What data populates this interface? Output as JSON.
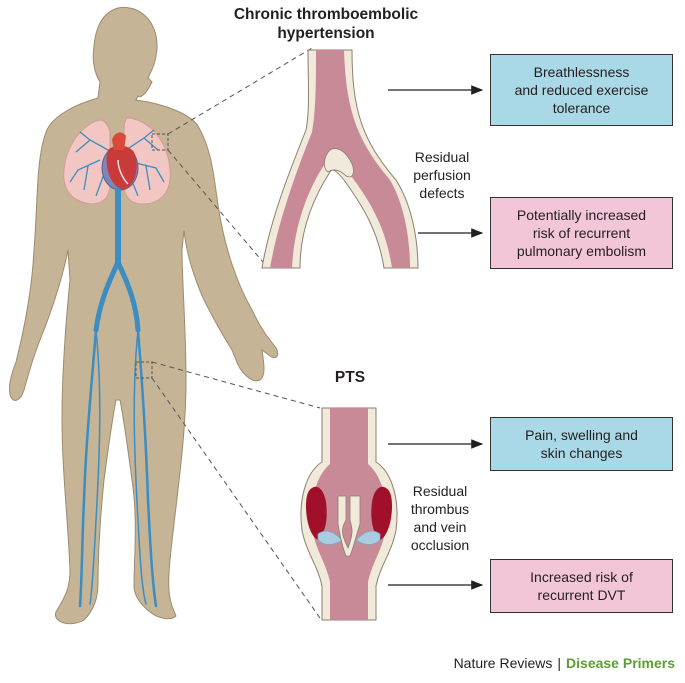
{
  "colors": {
    "skin": "#c5b495",
    "skin_outline": "#9c8b6d",
    "vein": "#3c8dc2",
    "lung": "#f2c7c3",
    "heart": "#c93a3a",
    "vessel_lumen": "#c98a97",
    "vessel_wall": "#f1e9d9",
    "thrombus": "#a0102a",
    "blue_box": "#a9d9e6",
    "pink_box": "#f2c6d8",
    "brand_green": "#5d9e33"
  },
  "sections": {
    "cteph": {
      "title_line1": "Chronic thromboembolic",
      "title_line2": "hypertension",
      "mid_line1": "Residual",
      "mid_line2": "perfusion",
      "mid_line3": "defects",
      "box1": [
        "Breathlessness",
        "and reduced exercise",
        "tolerance"
      ],
      "box2": [
        "Potentially increased",
        "risk of recurrent",
        "pulmonary embolism"
      ]
    },
    "pts": {
      "title": "PTS",
      "mid_line1": "Residual",
      "mid_line2": "thrombus",
      "mid_line3": "and vein",
      "mid_line4": "occlusion",
      "box1": [
        "Pain, swelling and",
        "skin changes"
      ],
      "box2": [
        "Increased risk of",
        "recurrent DVT"
      ]
    }
  },
  "footer": {
    "journal": "Nature Reviews",
    "separator": "|",
    "series": "Disease Primers"
  }
}
